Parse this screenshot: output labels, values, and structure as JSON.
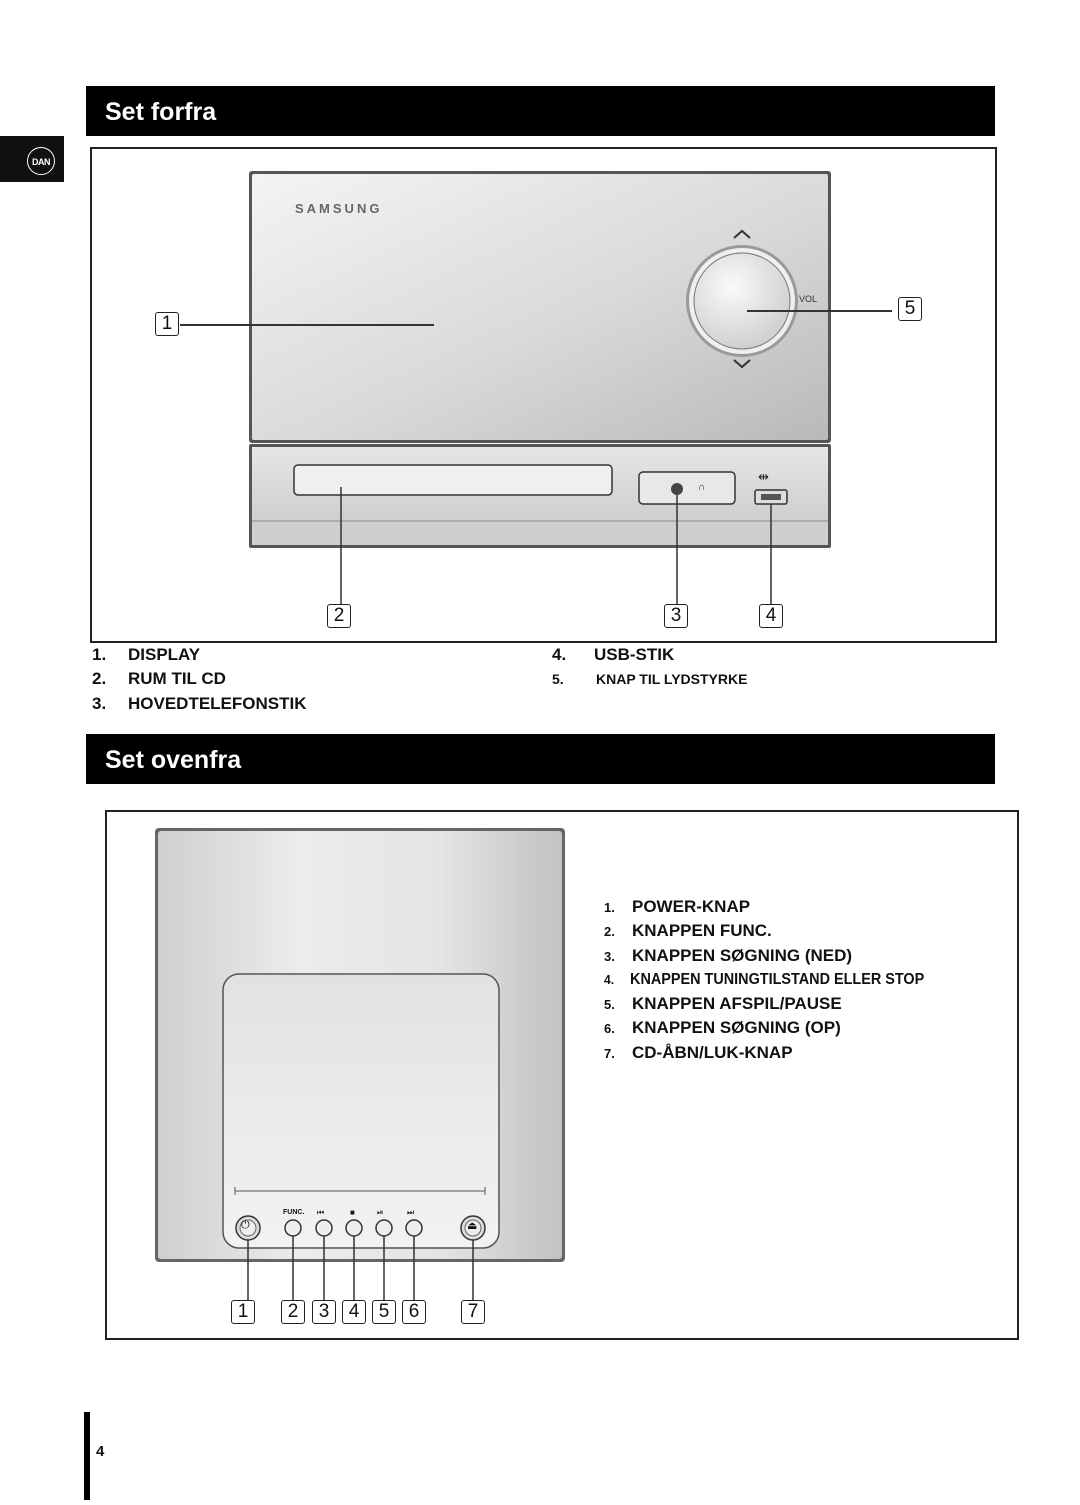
{
  "tab_badge": "DAN",
  "front": {
    "title": "Set forfra",
    "brand": "SAMSUNG",
    "vol_label": "VOL",
    "callouts": [
      "1",
      "2",
      "3",
      "4",
      "5"
    ],
    "items_left": [
      {
        "num": "1.",
        "label": "DISPLAY"
      },
      {
        "num": "2.",
        "label": "RUM TIL CD"
      },
      {
        "num": "3.",
        "label": "HOVEDTELEFONSTIK"
      }
    ],
    "items_right": [
      {
        "num": "4.",
        "label": "USB-STIK"
      },
      {
        "num": "5.",
        "label": "KNAP TIL LYDSTYRKE"
      }
    ]
  },
  "top": {
    "title": "Set ovenfra",
    "func_label": "FUNC.",
    "callouts": [
      "1",
      "2",
      "3",
      "4",
      "5",
      "6",
      "7"
    ],
    "items": [
      {
        "num": "1.",
        "label": "POWER-KNAP"
      },
      {
        "num": "2.",
        "label": "KNAPPEN FUNC."
      },
      {
        "num": "3.",
        "label": "KNAPPEN SØGNING (NED)"
      },
      {
        "num": "4.",
        "label": "KNAPPEN TUNINGTILSTAND ELLER STOP"
      },
      {
        "num": "5.",
        "label": "KNAPPEN AFSPIL/PAUSE"
      },
      {
        "num": "6.",
        "label": "KNAPPEN SØGNING (OP)"
      },
      {
        "num": "7.",
        "label": "CD-ÅBN/LUK-KNAP"
      }
    ]
  },
  "page_number": "4",
  "icons": [
    "power-icon",
    "prev-icon",
    "stop-icon",
    "play-pause-icon",
    "next-icon",
    "eject-icon",
    "usb-icon",
    "headphone-icon",
    "chevron-up-icon",
    "chevron-down-icon"
  ]
}
